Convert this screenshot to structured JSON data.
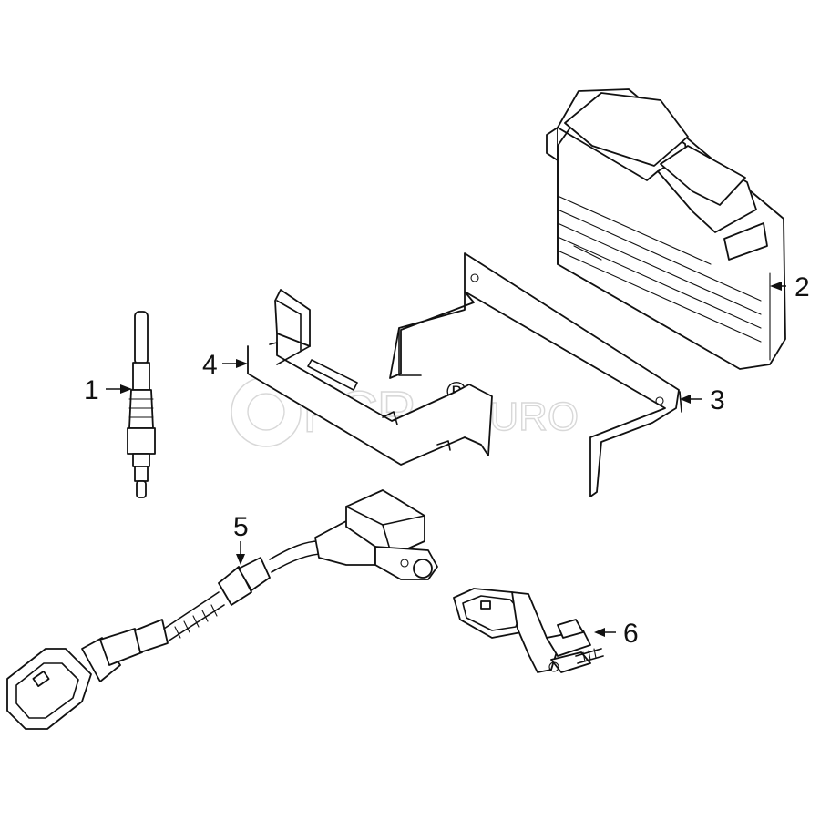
{
  "watermark": {
    "brand": "FCP",
    "suffix": "EURO",
    "registered_mark": "®"
  },
  "callouts": [
    {
      "id": "1",
      "label": "1"
    },
    {
      "id": "2",
      "label": "2"
    },
    {
      "id": "3",
      "label": "3"
    },
    {
      "id": "4",
      "label": "4"
    },
    {
      "id": "5",
      "label": "5"
    },
    {
      "id": "6",
      "label": "6"
    }
  ],
  "parts": [
    {
      "callout": "1",
      "icon": "glow-plug-icon"
    },
    {
      "callout": "2",
      "icon": "control-module-icon"
    },
    {
      "callout": "3",
      "icon": "mounting-bracket-icon"
    },
    {
      "callout": "4",
      "icon": "bracket-icon"
    },
    {
      "callout": "5",
      "icon": "camshaft-sensor-icon"
    },
    {
      "callout": "6",
      "icon": "crankshaft-sensor-icon"
    }
  ]
}
